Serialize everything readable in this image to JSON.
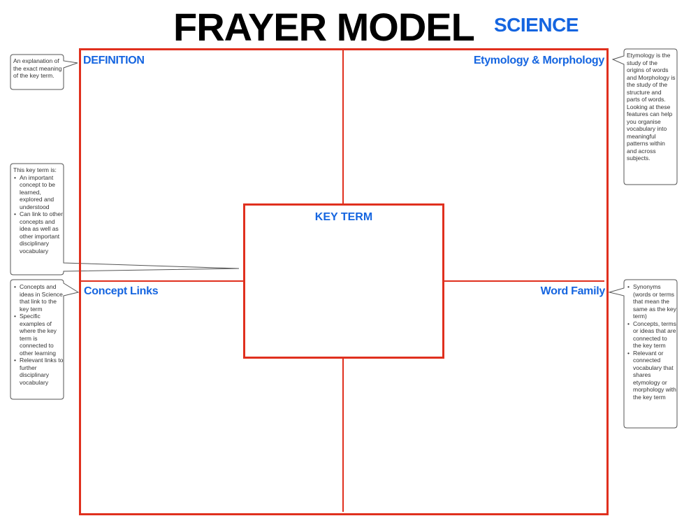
{
  "header": {
    "title": "FRAYER MODEL",
    "subtitle": "SCIENCE"
  },
  "colors": {
    "frame_red": "#e0301e",
    "label_blue": "#1565e0",
    "title_black": "#000000",
    "note_border": "#555555"
  },
  "quadrants": {
    "top_left": "DEFINITION",
    "top_right": "Etymology & Morphology",
    "bottom_left": "Concept Links",
    "bottom_right": "Word Family",
    "center": "KEY TERM"
  },
  "notes": {
    "definition": "An explanation of the exact meaning of the key term.",
    "etymology": "Etymology is the study of the origins of words and Morphology is the study of the structure and parts of words.  Looking at these features can help you organise vocabulary into meaningful patterns within and across subjects.",
    "key_term": {
      "intro": "This key term is:",
      "bullets": [
        "An important concept to be learned, explored and understood",
        "Can link to other concepts and idea as well as other important disciplinary vocabulary"
      ]
    },
    "concept_links": {
      "bullets": [
        "Concepts and ideas in Science that link to the key term",
        "Specific examples of where the key term is connected to other learning",
        "Relevant links to further disciplinary vocabulary"
      ]
    },
    "word_family": {
      "bullets": [
        "Synonyms (words or terms that mean the same as the key term)",
        "Concepts, terms or ideas that are connected to the key term",
        "Relevant or connected vocabulary that shares etymology or morphology with the key term"
      ]
    }
  }
}
